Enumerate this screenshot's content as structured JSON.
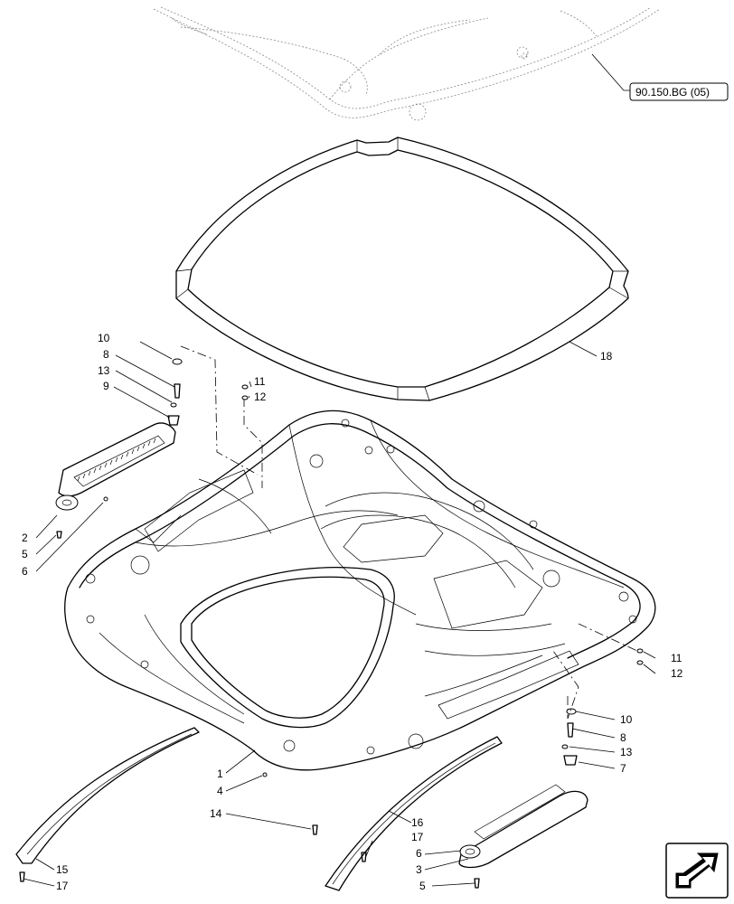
{
  "reference_box": "90.150.BG (05)",
  "callouts": {
    "c10a": "10",
    "c8a": "8",
    "c13a": "13",
    "c9": "9",
    "c2": "2",
    "c5a": "5",
    "c6a": "6",
    "c11a": "11",
    "c12a": "12",
    "c18": "18",
    "c11b": "11",
    "c12b": "12",
    "c10b": "10",
    "c8b": "8",
    "c13b": "13",
    "c7": "7",
    "c1": "1",
    "c4": "4",
    "c14": "14",
    "c16": "16",
    "c17a": "17",
    "c6b": "6",
    "c3": "3",
    "c5b": "5",
    "c15": "15",
    "c17b": "17"
  },
  "icons": {
    "navigation": "arrow-icon"
  }
}
